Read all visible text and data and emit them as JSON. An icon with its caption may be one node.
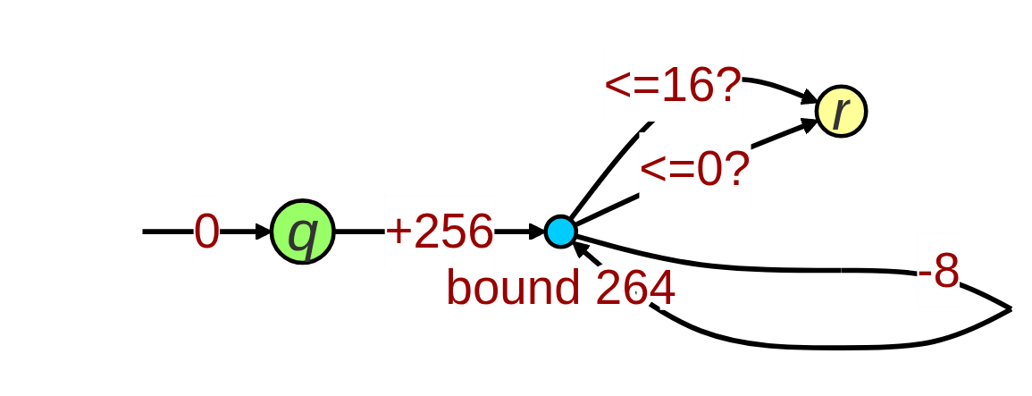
{
  "diagram": {
    "nodes": [
      {
        "text": [
          "q"
        ]
      },
      {
        "text": [],
        "shape": "circle",
        "beside": [
          "bound 264"
        ]
      },
      {
        "text": [
          "r"
        ]
      }
    ],
    "edges": [
      {
        "from": null,
        "to": 0,
        "arrow": "to",
        "label": "0"
      },
      {
        "from": 0,
        "to": 1,
        "arrow": "to",
        "label": "+256"
      },
      {
        "from": 1,
        "to": 1,
        "arrow": "to",
        "label": "-8"
      },
      {
        "from": 1,
        "to": 2,
        "arrow": "to",
        "label": "<=16?"
      },
      {
        "from": 1,
        "to": 2,
        "arrow": "to",
        "label": "<=0?"
      }
    ]
  }
}
